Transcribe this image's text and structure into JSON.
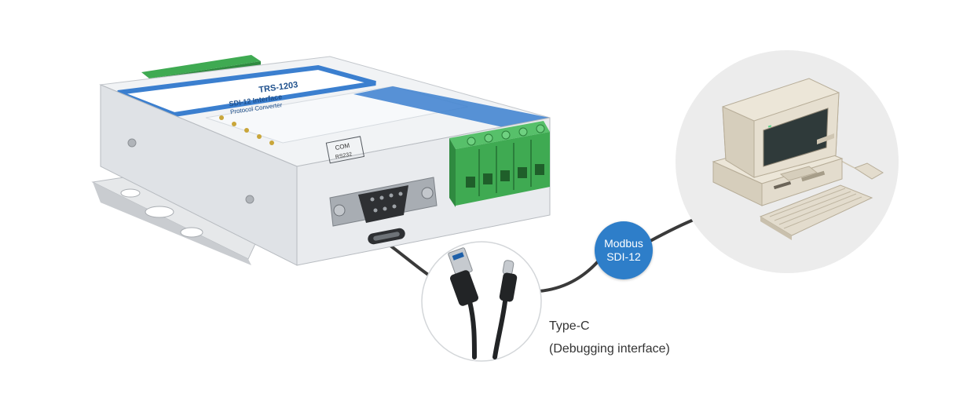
{
  "protocol_badge": {
    "line1": "Modbus",
    "line2": "SDI-12",
    "color": "#2e7ec9"
  },
  "cable_caption": {
    "line1": "Type-C",
    "line2": "(Debugging interface)"
  },
  "device_labels": {
    "model": "TRS-1203",
    "product_line1": "SDI-12 Interface",
    "product_line2": "Protocol Converter",
    "port_label_line1": "COM",
    "port_label_line2": "RS232"
  },
  "icons": {
    "device": "protocol-converter-device",
    "cable": "usb-type-c-cable",
    "computer": "desktop-computer"
  },
  "colors": {
    "device_body": "#e9ebee",
    "device_stripe": "#3b7fcf",
    "terminal_block": "#3faa52",
    "cable": "#3a3a3a",
    "computer_circle": "#ececec"
  }
}
